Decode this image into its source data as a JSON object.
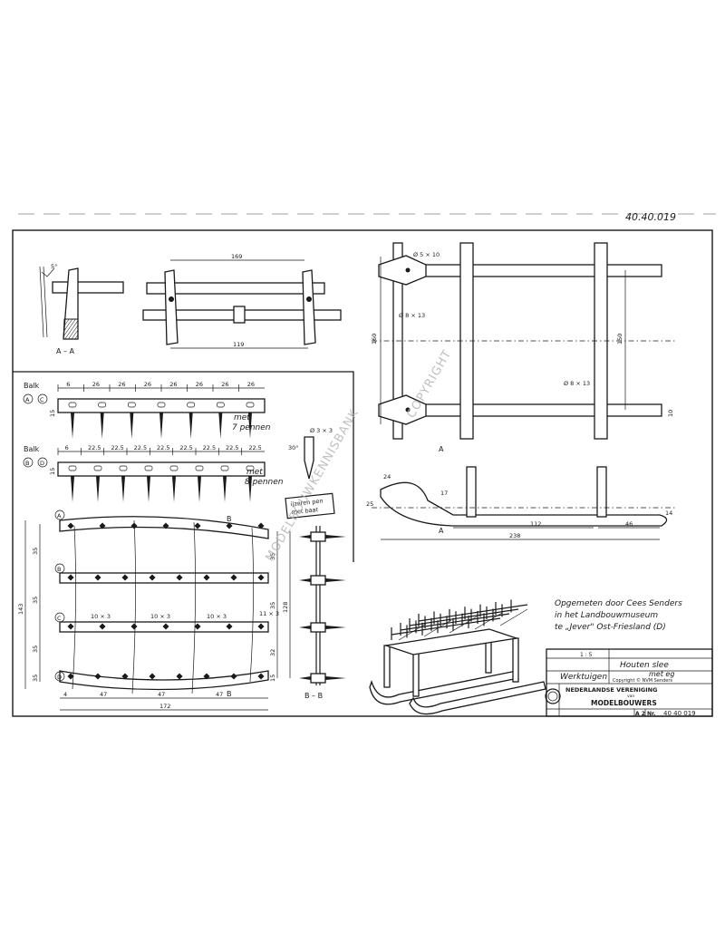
{
  "header": {
    "sheet_ref": "40.40.019"
  },
  "views": {
    "section_aa": {
      "angle": "5°",
      "label": "A – A"
    },
    "front": {
      "dim_top": "169",
      "dim_bottom": "119"
    },
    "top": {
      "dims": [
        "160",
        "150",
        "10"
      ],
      "callouts": [
        "Ø 5 × 10",
        "Ø 8 × 13",
        "Ø 8 × 13"
      ]
    },
    "side": {
      "dims": [
        "24",
        "25",
        "17",
        "14",
        "112",
        "46",
        "238"
      ],
      "section_marks": [
        "A",
        "A"
      ]
    },
    "balk_ac": {
      "title": "Balk",
      "letters": [
        "A",
        "C"
      ],
      "dims": [
        "6",
        "26",
        "26",
        "26",
        "26",
        "26",
        "26",
        "26"
      ],
      "height": "15",
      "note_line1": "met",
      "note_line2": "7 pennen"
    },
    "balk_bd": {
      "title": "Balk",
      "letters": [
        "B",
        "D"
      ],
      "dims": [
        "6",
        "22.5",
        "22.5",
        "22.5",
        "22.5",
        "22.5",
        "22.5",
        "22.5",
        "22.5"
      ],
      "height": "15",
      "note_line1": "met",
      "note_line2": "8 pennen"
    },
    "pen": {
      "angle": "30°",
      "dia": "Ø 3 × 3"
    },
    "note_box": {
      "line1": "ijzeren pen",
      "line2": "met baat"
    },
    "harrow": {
      "rows": [
        "A",
        "B",
        "C",
        "D"
      ],
      "left_dims": [
        "35",
        "35",
        "35",
        "35"
      ],
      "total_left": "143",
      "right_dims": [
        "35",
        "35",
        "32",
        "15"
      ],
      "total_right": "128",
      "bottom_dims": [
        "4",
        "47",
        "47",
        "47"
      ],
      "total_bottom": "172",
      "slots": [
        "10 × 3",
        "10 × 3",
        "10 × 3",
        "11 × 3"
      ],
      "section_b_mark": "B"
    },
    "section_bb": {
      "label": "B – B"
    }
  },
  "notes": {
    "line1": "Opgemeten door Cees Senders",
    "line2": "in het Landbouwmuseum",
    "line3": "te „Jever\" Ost-Friesland (D)"
  },
  "watermark": {
    "text1": "MODELBOUWKENNISBANK",
    "text2": "COPYRIGHT"
  },
  "title_block": {
    "scale": "1 : 5",
    "category": "Werktuigen",
    "title_line1": "Houten slee",
    "title_line2": "met eg",
    "copyright": "Copyright © NVM Senders",
    "org_line1": "NEDERLANDSE VERENIGING",
    "org_line2": "van",
    "org_line3": "MODELBOUWERS",
    "format": "A 2",
    "nr_label": "Nr.",
    "nr_value": "40 40 019"
  }
}
